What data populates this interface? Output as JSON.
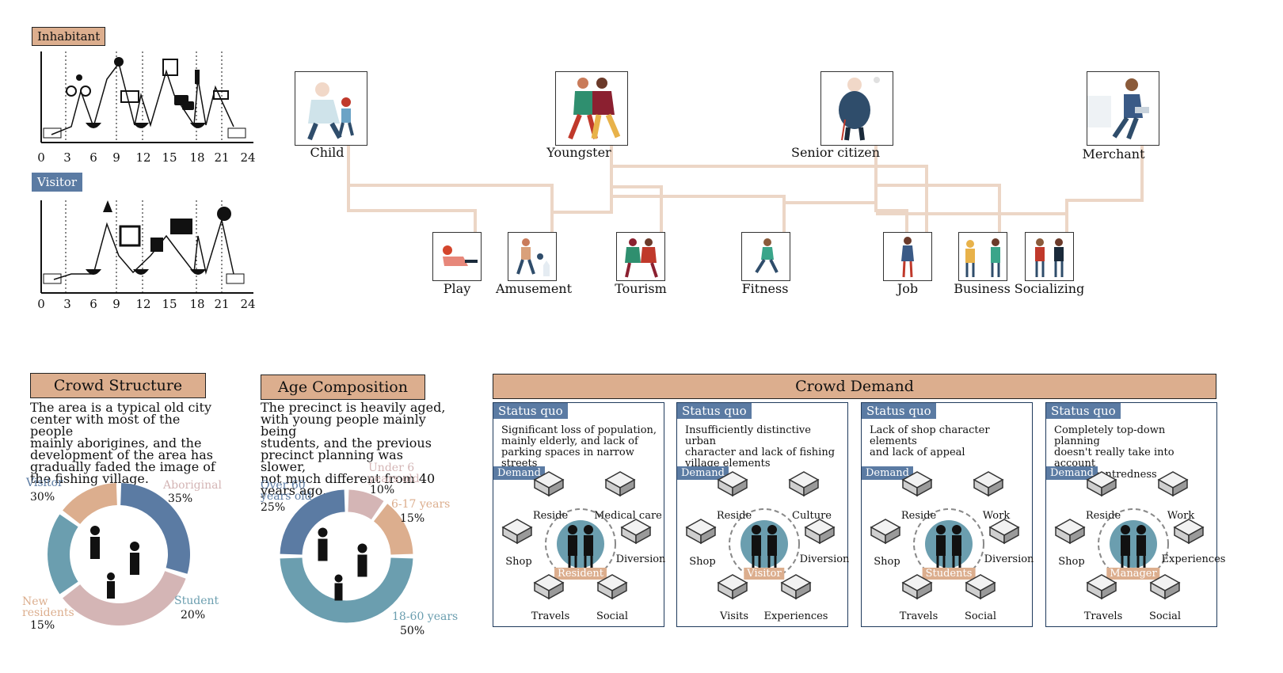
{
  "timeline": {
    "inhabitant_label": "Inhabitant",
    "visitor_label": "Visitor",
    "ticks": [
      "0",
      "3",
      "6",
      "9",
      "12",
      "15",
      "18",
      "21",
      "24"
    ]
  },
  "personas": [
    {
      "id": "child",
      "label": "Child",
      "color": "#8cb8c8"
    },
    {
      "id": "youngster",
      "label": "Youngster",
      "color": "#c0392b"
    },
    {
      "id": "senior",
      "label": "Senior citizen",
      "color": "#2f4d6b"
    },
    {
      "id": "merchant",
      "label": "Merchant",
      "color": "#3a5a86"
    }
  ],
  "activities": [
    {
      "id": "play",
      "label": "Play"
    },
    {
      "id": "amusement",
      "label": "Amusement"
    },
    {
      "id": "tourism",
      "label": "Tourism"
    },
    {
      "id": "fitness",
      "label": "Fitness"
    },
    {
      "id": "job",
      "label": "Job"
    },
    {
      "id": "business",
      "label": "Business"
    },
    {
      "id": "socializing",
      "label": "Socializing"
    }
  ],
  "crowd_structure": {
    "title": "Crowd Structure",
    "text": [
      "The area is a typical old city",
      "center with most of the people",
      "mainly aborigines, and the",
      "development of the area has",
      "gradually faded the image of",
      "the fishing village."
    ],
    "slices": [
      {
        "name": "Visitor",
        "value": 30,
        "pct": "30%",
        "color": "#5b7ba3"
      },
      {
        "name": "Aboriginal",
        "value": 35,
        "pct": "35%",
        "color": "#d4b5b5"
      },
      {
        "name": "Student",
        "value": 20,
        "pct": "20%",
        "color": "#6b9eaf"
      },
      {
        "name": "New residents",
        "value": 15,
        "pct": "15%",
        "color": "#dcae8e"
      }
    ],
    "new_residents_line1": "New",
    "new_residents_line2": "residents"
  },
  "age_composition": {
    "title": "Age Composition",
    "text": [
      "The precinct is heavily aged,",
      "with young people mainly being",
      "students, and the previous",
      "precinct planning was slower,",
      "not much different from 40",
      "years ago."
    ],
    "slices": [
      {
        "name": "Over 60 years old",
        "value": 25,
        "pct": "25%",
        "color": "#5b7ba3"
      },
      {
        "name": "Under 6 years old",
        "value": 10,
        "pct": "10%",
        "color": "#d4b5b5"
      },
      {
        "name": "6-17 years",
        "value": 15,
        "pct": "15%",
        "color": "#dcae8e"
      },
      {
        "name": "18-60 years",
        "value": 50,
        "pct": "50%",
        "color": "#6b9eaf"
      }
    ],
    "over60_l1": "Over 60",
    "over60_l2": "years old",
    "under6_l1": "Under 6",
    "under6_l2": "years old"
  },
  "crowd_demand": {
    "title": "Crowd Demand",
    "status_label": "Status quo",
    "demand_label": "Demand",
    "panels": [
      {
        "text": [
          "Significant loss of population,",
          "mainly elderly, and lack of",
          "parking spaces in narrow streets"
        ],
        "center": "Resident",
        "icons": [
          "Reside",
          "Medical care",
          "Shop",
          "Diversion",
          "Travels",
          "Social"
        ]
      },
      {
        "text": [
          "Insufficiently distinctive urban",
          "character and lack of fishing",
          "village elements"
        ],
        "center": "Visitor",
        "icons": [
          "Reside",
          "Culture",
          "Shop",
          "Diversion",
          "Visits",
          "Experiences"
        ]
      },
      {
        "text": [
          "Lack of shop character elements",
          "and lack of appeal"
        ],
        "center": "Students",
        "icons": [
          "Reside",
          "Work",
          "Shop",
          "Diversion",
          "Travels",
          "Social"
        ]
      },
      {
        "text": [
          "Completely top-down planning",
          "doesn't really take into account",
          "person-centredness"
        ],
        "center": "Manager",
        "icons": [
          "Reside",
          "Work",
          "Shop",
          "Experiences",
          "Travels",
          "Social"
        ]
      }
    ]
  }
}
